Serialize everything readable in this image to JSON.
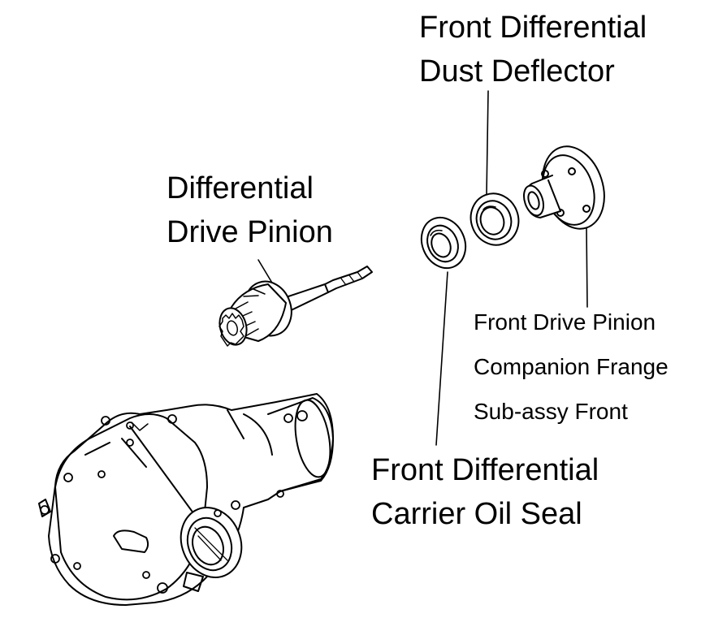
{
  "labels": {
    "dust_deflector": {
      "line1": "Front Differential",
      "line2": "Dust Deflector"
    },
    "drive_pinion": {
      "line1": "Differential",
      "line2": "Drive Pinion"
    },
    "companion_flange": {
      "line1": "Front Drive Pinion",
      "line2": "Companion Frange",
      "line3": "Sub-assy Front"
    },
    "oil_seal": {
      "line1": "Front Differential",
      "line2": "Carrier Oil Seal"
    }
  },
  "colors": {
    "ink": "#000000",
    "background": "#ffffff"
  }
}
